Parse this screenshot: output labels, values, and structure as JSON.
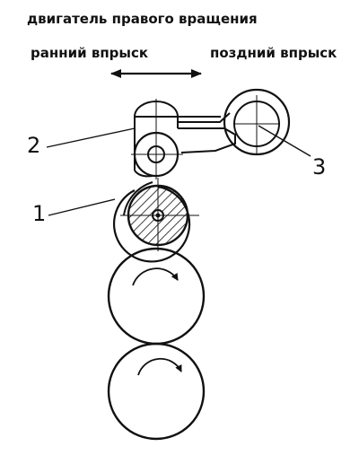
{
  "header": {
    "title": "двигатель правого вращения",
    "early_label": "ранний впрыск",
    "late_label": "поздний впрыск"
  },
  "callouts": {
    "one": "1",
    "two": "2",
    "three": "3"
  },
  "colors": {
    "ink": "#111111",
    "paper": "#ffffff"
  }
}
